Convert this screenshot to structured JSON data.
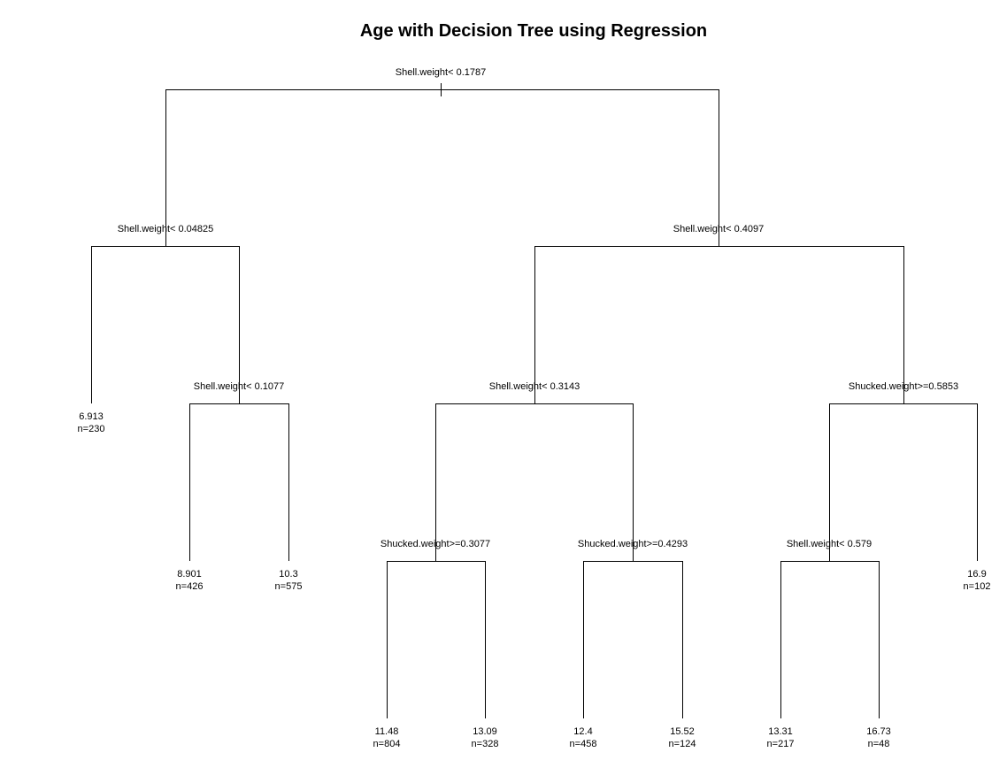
{
  "title": "Age with Decision Tree using Regression",
  "tree": {
    "splits": {
      "root": "Shell.weight< 0.1787",
      "l": "Shell.weight< 0.04825",
      "r": "Shell.weight< 0.4097",
      "lr": "Shell.weight< 0.1077",
      "rl": "Shell.weight< 0.3143",
      "rr": "Shucked.weight>=0.5853",
      "rll": "Shucked.weight>=0.3077",
      "rlr": "Shucked.weight>=0.4293",
      "rrl": "Shell.weight< 0.579"
    },
    "leaves": {
      "ll": {
        "value": "6.913",
        "n": "n=230"
      },
      "lrl": {
        "value": "8.901",
        "n": "n=426"
      },
      "lrr": {
        "value": "10.3",
        "n": "n=575"
      },
      "rrr": {
        "value": "16.9",
        "n": "n=102"
      },
      "rlll": {
        "value": "11.48",
        "n": "n=804"
      },
      "rllr": {
        "value": "13.09",
        "n": "n=328"
      },
      "rlrl": {
        "value": "12.4",
        "n": "n=458"
      },
      "rlrr": {
        "value": "15.52",
        "n": "n=124"
      },
      "rrll": {
        "value": "13.31",
        "n": "n=217"
      },
      "rrlr": {
        "value": "16.73",
        "n": "n=48"
      }
    }
  }
}
